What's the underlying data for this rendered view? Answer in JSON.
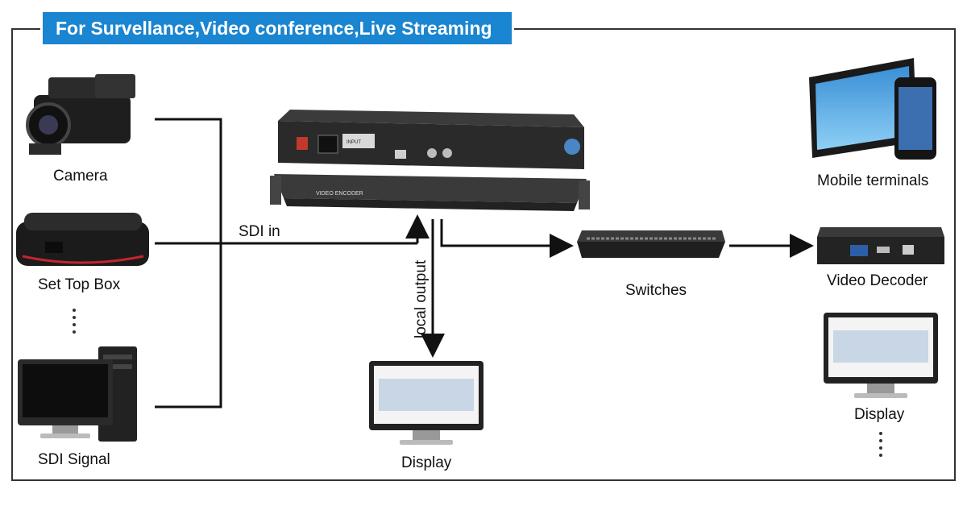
{
  "banner": {
    "title": "For Survellance,Video conference,Live Streaming"
  },
  "sources": {
    "camera": "Camera",
    "set_top_box": "Set Top Box",
    "sdi_signal": "SDI Signal",
    "ellipsis": "⋮"
  },
  "connections": {
    "sdi_in": "SDI in",
    "local_output": "local output"
  },
  "encoder": {
    "front_label": "VIDEO ENCODER",
    "rear_input_label": "INPUT"
  },
  "outputs": {
    "display_local": "Display",
    "switches": "Switches",
    "mobile_terminals": "Mobile terminals",
    "video_decoder": "Video Decoder",
    "display_remote": "Display",
    "ellipsis": "⋮"
  },
  "colors": {
    "banner": "#1a85d0",
    "line": "#111111",
    "device_dark": "#2a2a2a"
  }
}
